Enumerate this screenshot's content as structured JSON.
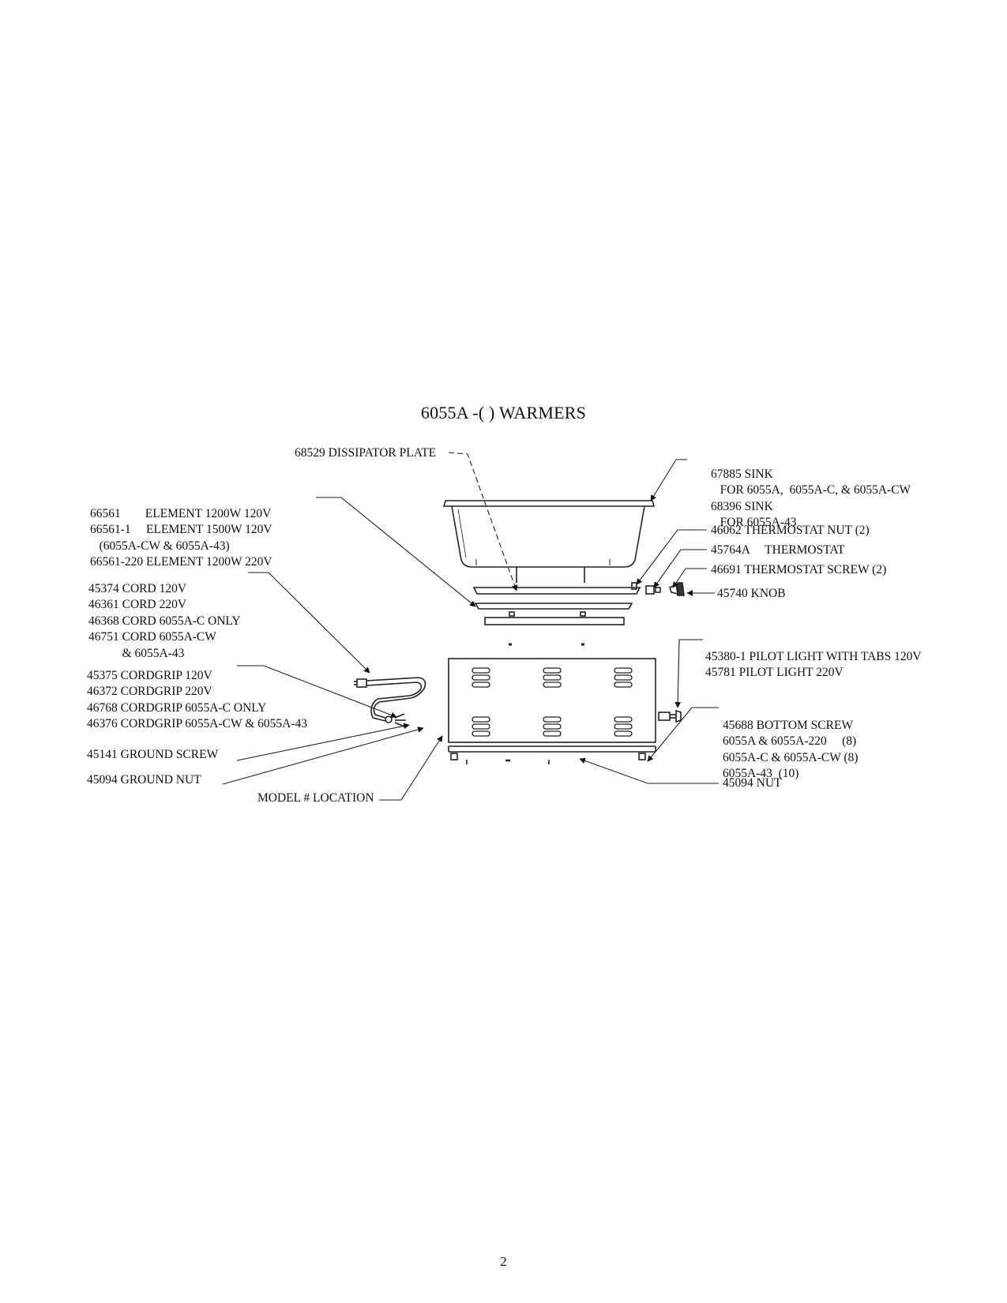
{
  "title": "6055A -( ) WARMERS",
  "page_number": "2",
  "labels": {
    "dissipator_plate": "68529 DISSIPATOR PLATE",
    "element": [
      "66561        ELEMENT 1200W 120V",
      "66561-1     ELEMENT 1500W 120V",
      "   (6055A-CW & 6055A-43)",
      "66561-220 ELEMENT 1200W 220V"
    ],
    "cord": [
      "45374 CORD 120V",
      "46361 CORD 220V",
      "46368 CORD 6055A-C ONLY",
      "46751 CORD 6055A-CW",
      "           & 6055A-43"
    ],
    "cordgrip": [
      "45375 CORDGRIP 120V",
      "46372 CORDGRIP 220V",
      "46768 CORDGRIP 6055A-C ONLY",
      "46376 CORDGRIP 6055A-CW & 6055A-43"
    ],
    "ground_screw": "45141 GROUND SCREW",
    "ground_nut": "45094 GROUND NUT",
    "model_location": "MODEL # LOCATION",
    "sink": [
      "67885 SINK",
      "   FOR 6055A,  6055A-C, & 6055A-CW",
      "68396 SINK",
      "   FOR 6055A-43"
    ],
    "thermostat_nut": "46062 THERMOSTAT NUT (2)",
    "thermostat": "45764A     THERMOSTAT",
    "thermostat_screw": "46691 THERMOSTAT SCREW (2)",
    "knob": "45740 KNOB",
    "pilot_light": [
      "45380-1 PILOT LIGHT WITH TABS 120V",
      "45781 PILOT LIGHT 220V"
    ],
    "bottom_screw": [
      "45688 BOTTOM SCREW",
      "6055A & 6055A-220     (8)",
      "6055A-C & 6055A-CW (8)",
      "6055A-43  (10)"
    ],
    "nut": "45094 NUT"
  }
}
